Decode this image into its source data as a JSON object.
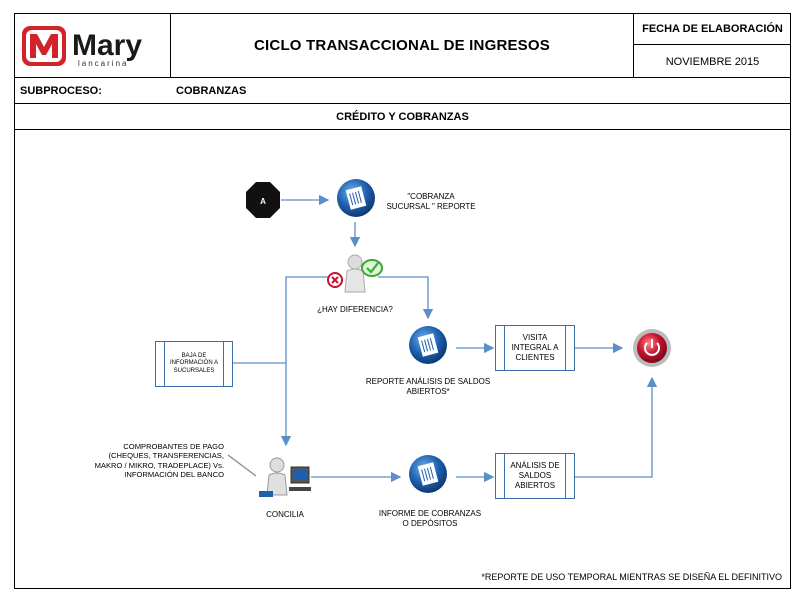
{
  "header": {
    "logo_text": "Mary",
    "logo_subtext": "lancarina",
    "title": "CICLO TRANSACCIONAL  DE INGRESOS",
    "date_label": "FECHA DE ELABORACIÓN",
    "date_value": "NOVIEMBRE 2015"
  },
  "subprocess": {
    "label": "SUBPROCESO:",
    "value": "COBRANZAS"
  },
  "section_title": "CRÉDITO Y COBRANZAS",
  "diagram": {
    "connector_a": "A",
    "report_sucursal": "\"COBRANZA SUCURSAL \" REPORTE",
    "decision": "¿HAY DIFERENCIA?",
    "baja_info": "BAJA DE INFORMACIÓN A SUCURSALES",
    "report_saldos": "REPORTE ANÁLISIS DE SALDOS ABIERTOS*",
    "visita": "VISITA INTEGRAL A CLIENTES",
    "comprobantes": "COMPROBANTES DE PAGO (CHEQUES, TRANSFERENCIAS, MAKRO / MIKRO, TRADEPLACE) Vs. INFORMACIÓN DEL BANCO",
    "concilia": "CONCILIA",
    "informe": "INFORME DE COBRANZAS O DEPÓSITOS",
    "analisis": "ANÁLISIS DE SALDOS ABIERTOS"
  },
  "footnote": "*REPORTE DE USO TEMPORAL MIENTRAS SE DISEÑA EL DEFINITIVO",
  "colors": {
    "arrow": "#5b8fc7",
    "doc_blue": "#1f5fae",
    "logo_red": "#d2232a",
    "power_red": "#c8102e"
  }
}
